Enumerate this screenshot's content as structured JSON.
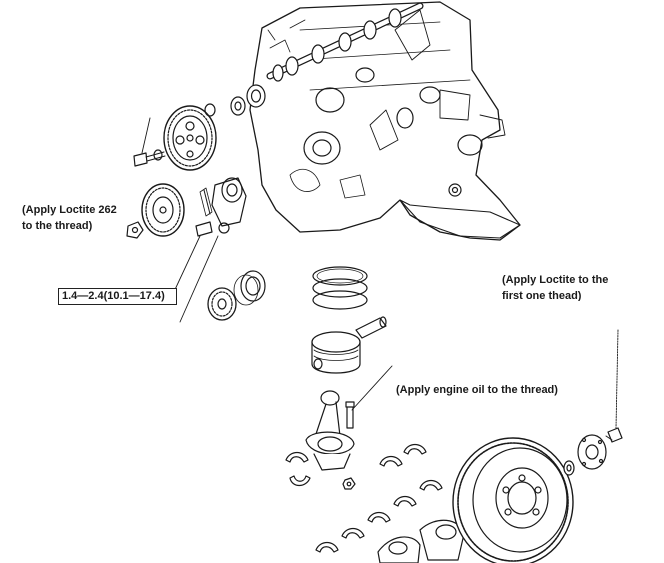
{
  "annotations": {
    "loctite_262_line1": "(Apply Loctite 262",
    "loctite_262_line2": "to the thread)",
    "torque_spec": "1.4—2.4(10.1—17.4)",
    "loctite_first_line1": "(Apply Loctite to the",
    "loctite_first_line2": "first one thead)",
    "engine_oil": "(Apply engine oil to the thread)"
  },
  "colors": {
    "ink": "#1a1a1a",
    "background": "#ffffff"
  }
}
